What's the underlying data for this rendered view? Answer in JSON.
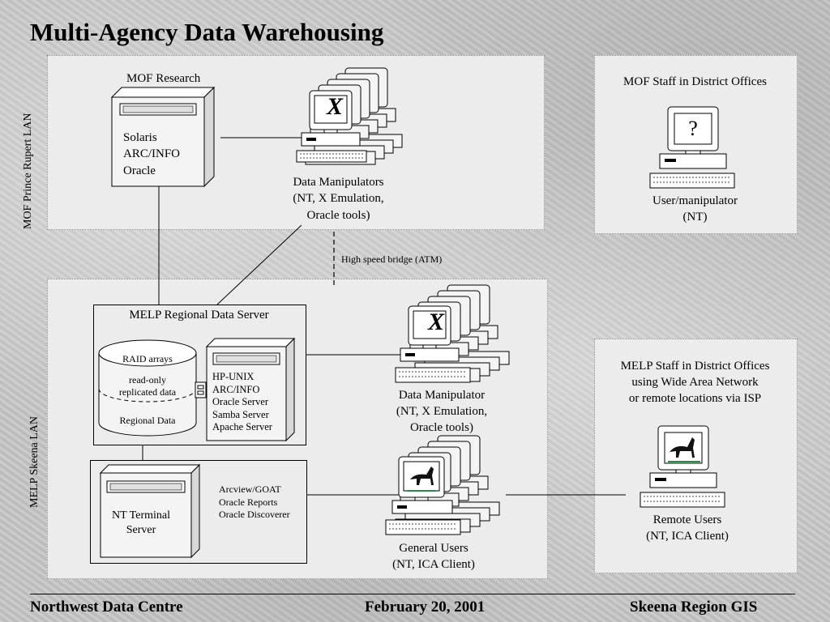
{
  "title": "Multi-Agency Data Warehousing",
  "side_labels": {
    "mof_lan": "MOF Prince Rupert LAN",
    "melp_lan": "MELP Skeena LAN"
  },
  "mof_research": {
    "label": "MOF Research",
    "server_lines": [
      "Solaris",
      "ARC/INFO",
      "Oracle"
    ]
  },
  "data_manipulators": {
    "lines": [
      "Data Manipulators",
      "(NT, X Emulation,",
      "Oracle tools)"
    ]
  },
  "mof_staff": {
    "title": "MOF Staff in District Offices",
    "lines": [
      "User/manipulator",
      "(NT)"
    ]
  },
  "bridge": {
    "label": "High speed bridge (ATM)"
  },
  "melp_server": {
    "title": "MELP Regional Data Server",
    "raid_label": "RAID arrays",
    "readonly_lines": [
      "read-only",
      "replicated data"
    ],
    "regional_label": "Regional Data",
    "server_lines": [
      "HP-UNIX",
      "ARC/INFO",
      "Oracle Server",
      "Samba Server",
      "Apache Server"
    ]
  },
  "nt_terminal": {
    "lines": [
      "NT Terminal",
      "Server"
    ],
    "apps": [
      "Arcview/GOAT",
      "Oracle Reports",
      "Oracle Discoverer"
    ]
  },
  "data_manipulator": {
    "lines": [
      "Data Manipulator",
      "(NT, X Emulation,",
      "Oracle tools)"
    ]
  },
  "general_users": {
    "lines": [
      "General Users",
      "(NT, ICA Client)"
    ]
  },
  "melp_staff": {
    "lines": [
      "MELP Staff in District Offices",
      "using Wide Area Network",
      "or remote locations via ISP"
    ]
  },
  "remote_users": {
    "lines": [
      "Remote Users",
      "(NT, ICA Client)"
    ]
  },
  "screen_glyphs": {
    "x": "X",
    "question": "?"
  },
  "icons": [
    "x-window-icon",
    "question-icon",
    "goat-icon",
    "server-tower-icon",
    "raid-cylinder-icon",
    "workstation-icon"
  ],
  "footer": {
    "left": "Northwest Data Centre",
    "center": "February 20, 2001",
    "right": "Skeena Region GIS"
  }
}
